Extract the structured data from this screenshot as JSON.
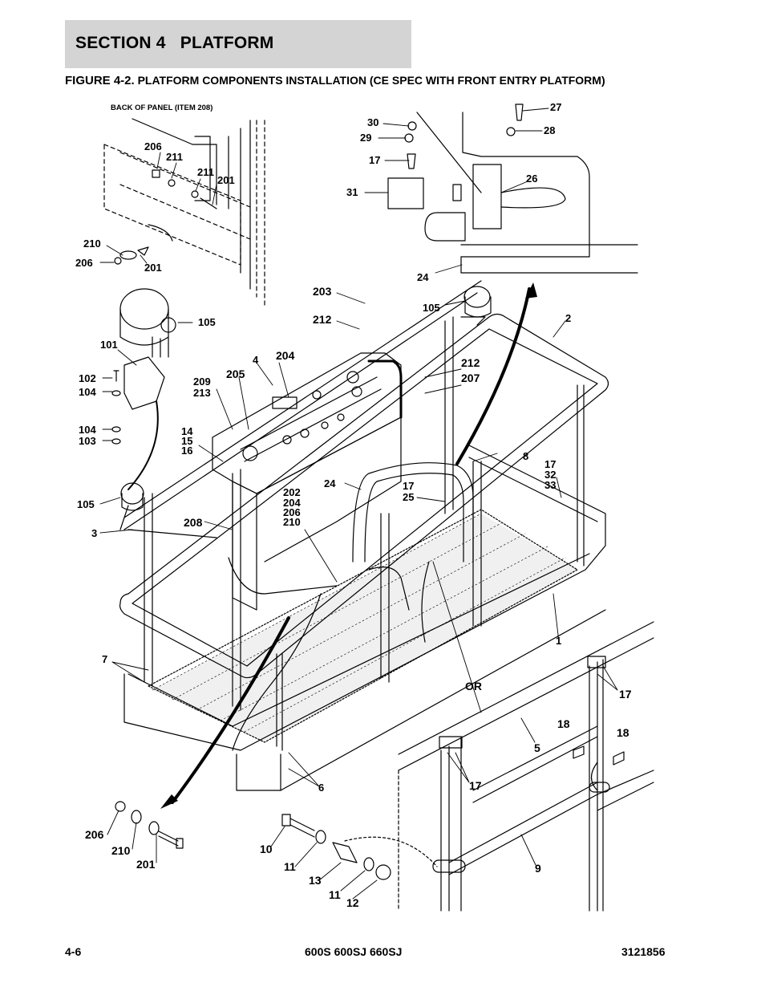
{
  "header": {
    "section_title": "SECTION 4   PLATFORM"
  },
  "figure": {
    "number": "FIGURE 4-2.",
    "title": "PLATFORM COMPONENTS INSTALLATION (CE SPEC WITH FRONT ENTRY PLATFORM)"
  },
  "diagram": {
    "panel_label": "BACK OF PANEL (ITEM 208)",
    "or_label": "OR",
    "callouts": {
      "c206a": "206",
      "c211a": "211",
      "c211b": "211",
      "c201a": "201",
      "c210a": "210",
      "c206b": "206",
      "c201b": "201",
      "c30": "30",
      "c29": "29",
      "c17a": "17",
      "c31": "31",
      "c27": "27",
      "c28": "28",
      "c26": "26",
      "c24a": "24",
      "c203": "203",
      "c212a": "212",
      "c105a": "105",
      "c2": "2",
      "c105b": "105",
      "c101": "101",
      "c102": "102",
      "c104a": "104",
      "c104b": "104",
      "c103": "103",
      "c4": "4",
      "c204a": "204",
      "c205": "205",
      "c209": "209",
      "c213": "213",
      "c212b": "212",
      "c207": "207",
      "c14": "14",
      "c15": "15",
      "c16": "16",
      "c8": "8",
      "c17b": "17",
      "c32": "32",
      "c33": "33",
      "c24b": "24",
      "c17c": "17",
      "c25": "25",
      "c202": "202",
      "c204b": "204",
      "c206c": "206",
      "c210b": "210",
      "c105c": "105",
      "c3": "3",
      "c208": "208",
      "c1": "1",
      "c7": "7",
      "c17d": "17",
      "c18a": "18",
      "c18b": "18",
      "c5": "5",
      "c17e": "17",
      "c6": "6",
      "c206d": "206",
      "c210c": "210",
      "c201c": "201",
      "c10": "10",
      "c11a": "11",
      "c13": "13",
      "c11b": "11",
      "c12": "12",
      "c9": "9"
    }
  },
  "footer": {
    "page_number": "4-6",
    "models": "600S 600SJ 660SJ",
    "doc_number": "3121856"
  }
}
